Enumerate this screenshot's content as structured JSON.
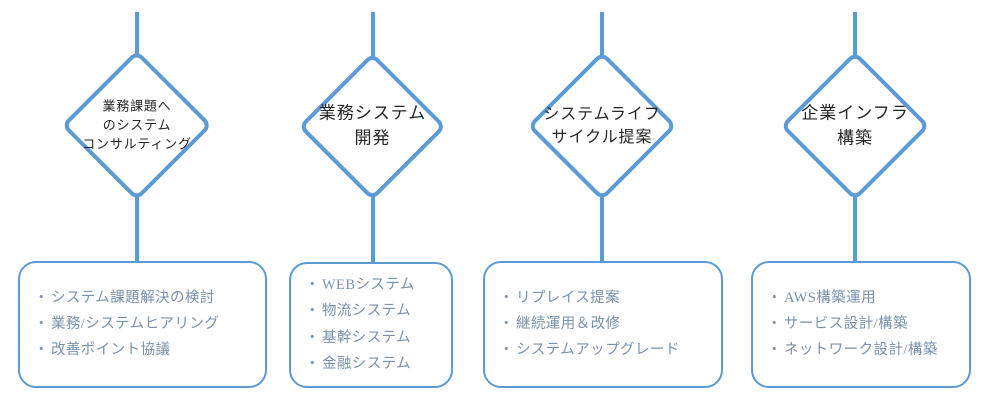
{
  "theme": {
    "accent_color": "#5B9BD5",
    "diamond_text_color": "#262626",
    "list_text_color": "#7892AE",
    "background_color": "#FFFFFF"
  },
  "diagram": {
    "type": "flow-columns",
    "bullet_char": "・",
    "columns": [
      {
        "id": "consulting",
        "node_label": "業務課題へ\nのシステム\nコンサルティング",
        "node_label_font_size": 13,
        "items": [
          "システム課題解決の検討",
          "業務/システムヒアリング",
          "改善ポイント協議"
        ]
      },
      {
        "id": "development",
        "node_label": "業務システム\n開発",
        "node_label_font_size": 17,
        "items": [
          "WEBシステム",
          "物流システム",
          "基幹システム",
          "金融システム"
        ]
      },
      {
        "id": "lifecycle",
        "node_label": "システムライフ\nサイクル提案",
        "node_label_font_size": 16,
        "items": [
          "リプレイス提案",
          "継続運用＆改修",
          "システムアップグレード"
        ]
      },
      {
        "id": "infrastructure",
        "node_label": "企業インフラ\n構築",
        "node_label_font_size": 17,
        "items": [
          "AWS構築運用",
          "サービス設計/構築",
          "ネットワーク設計/構築"
        ]
      }
    ]
  }
}
